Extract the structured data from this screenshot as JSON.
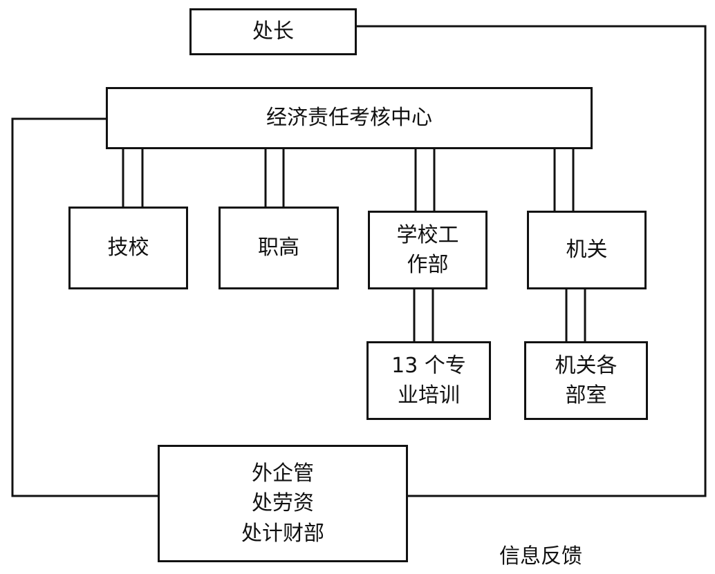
{
  "nodes": {
    "director": "处长",
    "center": "经济责任考核中心",
    "tech_school": "技校",
    "vocational_high": "职高",
    "school_work_dept": "学校工\n作部",
    "agency": "机关",
    "training": "13 个专\n业培训",
    "agency_depts": "机关各\n部室",
    "external": "外企管\n处劳资\n处计财部"
  },
  "feedback_label": "信息反馈"
}
